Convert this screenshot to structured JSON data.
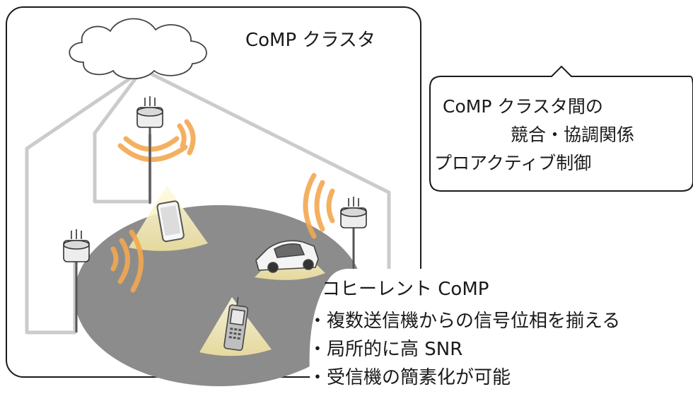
{
  "cluster": {
    "title": "CoMP クラスタ"
  },
  "callout": {
    "lines": [
      "CoMP クラスタ間の",
      "競合・協調関係",
      "プロアクティブ制御"
    ]
  },
  "coherent": {
    "title": "コヒーレント CoMP",
    "bullets": [
      "複数送信機からの信号位相を揃える",
      "局所的に高 SNR",
      "受信機の簡素化が可能"
    ]
  },
  "colors": {
    "frame": "#1a1a1a",
    "backhaul": "#c8c8c8",
    "coverage": "#8a8a8a",
    "signal": "#f3a850",
    "beam": "#fff6c8"
  },
  "icons": [
    "cloud-icon",
    "base-station-icon",
    "smartphone-icon",
    "car-icon",
    "feature-phone-icon",
    "signal-wave-icon"
  ]
}
